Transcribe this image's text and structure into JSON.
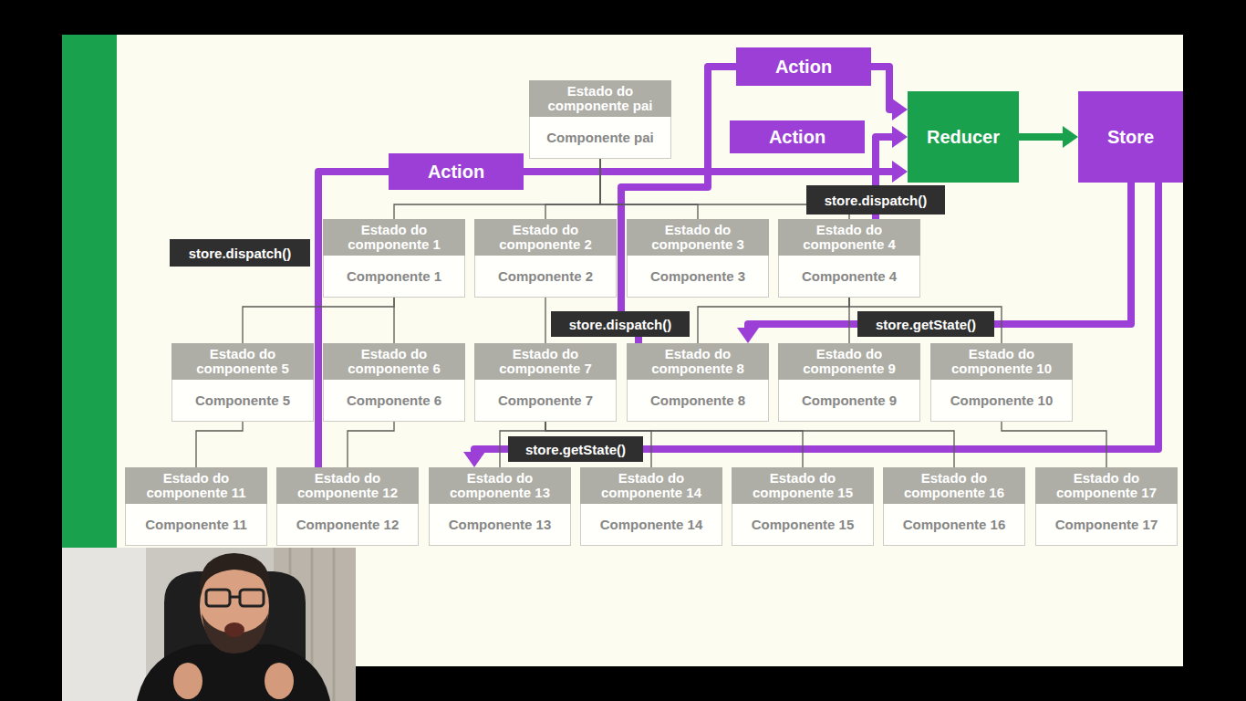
{
  "diagram": {
    "nodes": [
      {
        "text": [
          "Action"
        ]
      },
      {
        "text": [
          "Estado do componente pai",
          "Componente pai"
        ]
      },
      {
        "text": [
          "Action"
        ]
      },
      {
        "text": [
          "Reducer"
        ]
      },
      {
        "text": [
          "Store"
        ]
      },
      {
        "text": [
          "Action"
        ]
      },
      {
        "text": [
          "store.dispatch()"
        ]
      },
      {
        "text": [
          "Estado do componente 1",
          "Componente 1"
        ]
      },
      {
        "text": [
          "Estado do componente 2",
          "Componente 2"
        ]
      },
      {
        "text": [
          "Estado do componente 3",
          "Componente 3"
        ]
      },
      {
        "text": [
          "Estado do componente 4",
          "Componente 4"
        ]
      },
      {
        "text": [
          "store.dispatch()"
        ]
      },
      {
        "text": [
          "store.dispatch()"
        ]
      },
      {
        "text": [
          "store.getState()"
        ]
      },
      {
        "text": [
          "Estado do componente 5",
          "Componente 5"
        ]
      },
      {
        "text": [
          "Estado do componente 6",
          "Componente 6"
        ]
      },
      {
        "text": [
          "Estado do componente 7",
          "Componente 7"
        ]
      },
      {
        "text": [
          "Estado do componente 8",
          "Componente 8"
        ]
      },
      {
        "text": [
          "Estado do componente 9",
          "Componente 9"
        ]
      },
      {
        "text": [
          "Estado do componente 10",
          "Componente 10"
        ]
      },
      {
        "text": [
          "store.getState()"
        ]
      },
      {
        "text": [
          "Estado do componente 11",
          "Componente 11"
        ]
      },
      {
        "text": [
          "Estado do componente 12",
          "Componente 12"
        ]
      },
      {
        "text": [
          "Estado do componente 13",
          "Componente 13"
        ]
      },
      {
        "text": [
          "Estado do componente 14",
          "Componente 14"
        ]
      },
      {
        "text": [
          "Estado do componente 15",
          "Componente 15"
        ]
      },
      {
        "text": [
          "Estado do componente 16",
          "Componente 16"
        ]
      },
      {
        "text": [
          "Estado do componente 17",
          "Componente 17"
        ]
      }
    ],
    "edges": [
      {
        "from": 1,
        "to": 7,
        "arrow": "none"
      },
      {
        "from": 1,
        "to": 8,
        "arrow": "none"
      },
      {
        "from": 1,
        "to": 9,
        "arrow": "none"
      },
      {
        "from": 1,
        "to": 10,
        "arrow": "none"
      },
      {
        "from": 7,
        "to": 14,
        "arrow": "none"
      },
      {
        "from": 7,
        "to": 15,
        "arrow": "none"
      },
      {
        "from": 8,
        "to": 16,
        "arrow": "none"
      },
      {
        "from": 10,
        "to": 17,
        "arrow": "none"
      },
      {
        "from": 10,
        "to": 18,
        "arrow": "none"
      },
      {
        "from": 10,
        "to": 19,
        "arrow": "none"
      },
      {
        "from": 14,
        "to": 21,
        "arrow": "none"
      },
      {
        "from": 15,
        "to": 22,
        "arrow": "none"
      },
      {
        "from": 16,
        "to": 23,
        "arrow": "none"
      },
      {
        "from": 16,
        "to": 24,
        "arrow": "none"
      },
      {
        "from": 16,
        "to": 25,
        "arrow": "none"
      },
      {
        "from": 16,
        "to": 26,
        "arrow": "none"
      },
      {
        "from": 19,
        "to": 27,
        "arrow": "none"
      },
      {
        "from": 22,
        "to": 3,
        "arrow": "to"
      },
      {
        "from": 17,
        "to": 3,
        "arrow": "to"
      },
      {
        "from": 10,
        "to": 3,
        "arrow": "to"
      },
      {
        "from": 3,
        "to": 4,
        "arrow": "to"
      },
      {
        "from": 4,
        "to": 17,
        "arrow": "to"
      },
      {
        "from": 4,
        "to": 23,
        "arrow": "to"
      }
    ]
  }
}
